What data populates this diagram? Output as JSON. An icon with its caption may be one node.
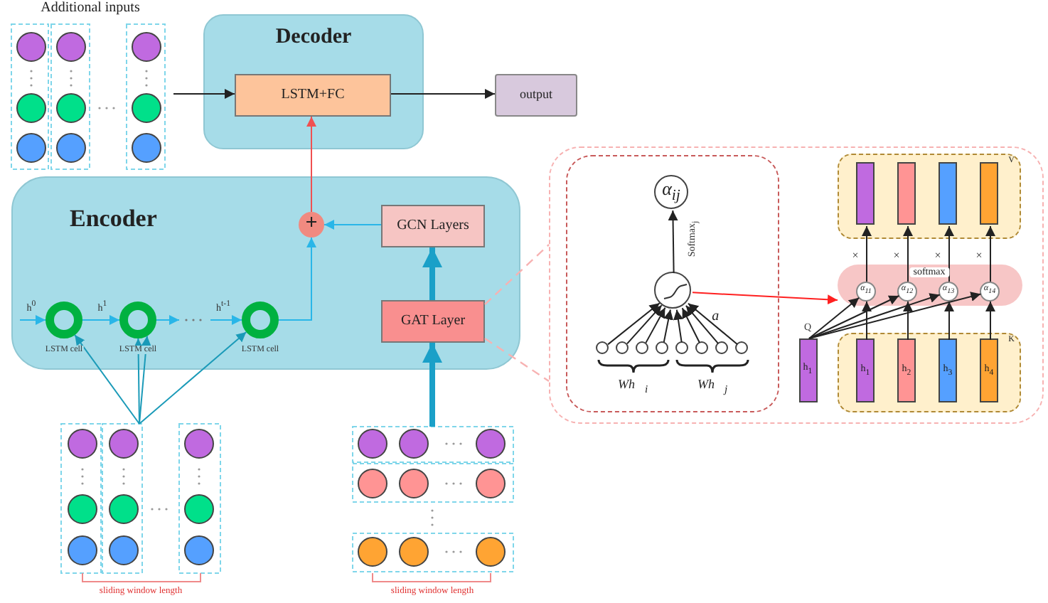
{
  "diagram": {
    "nodes": [
      {
        "text": [
          "Decoder"
        ]
      },
      {
        "text": [
          "LSTM+FC"
        ],
        "in": 0
      },
      {
        "text": [
          "output"
        ]
      },
      {
        "text": [
          "Additional inputs"
        ]
      },
      {
        "text": [
          "Encoder"
        ]
      },
      {
        "text": [
          "+"
        ],
        "in": 4
      },
      {
        "text": [
          "GCN Layers"
        ],
        "in": 4
      },
      {
        "text": [
          "GAT Layer"
        ],
        "in": 4
      },
      {
        "text": [],
        "shape": "circle",
        "in": 4,
        "beside": [
          "LSTM cell"
        ]
      },
      {
        "text": [],
        "shape": "circle",
        "in": 4,
        "beside": [
          "LSTM cell"
        ]
      },
      {
        "text": [],
        "shape": "circle",
        "in": 4,
        "beside": [
          "LSTM cell"
        ]
      },
      {
        "text": [],
        "shape": "box",
        "beside": [
          "sliding window length"
        ]
      },
      {
        "text": [],
        "shape": "box",
        "beside": [
          "sliding window length"
        ]
      },
      {
        "text": [],
        "shape": "box"
      },
      {
        "text": [],
        "shape": "box",
        "in": 13
      },
      {
        "text": [
          "α$_{ij}$"
        ],
        "in": 14
      },
      {
        "text": [],
        "shape": "circle",
        "in": 14
      },
      {
        "text": [],
        "shape": "circle",
        "in": 14
      },
      {
        "text": [],
        "shape": "circle",
        "in": 14
      },
      {
        "text": [],
        "shape": "circle",
        "in": 14
      },
      {
        "text": [],
        "shape": "circle",
        "in": 14
      },
      {
        "text": [],
        "shape": "circle",
        "in": 14
      },
      {
        "text": [],
        "shape": "circle",
        "in": 14
      },
      {
        "text": [],
        "shape": "circle",
        "in": 14
      },
      {
        "text": [],
        "shape": "circle",
        "in": 14
      },
      {
        "text": [
          "V"
        ],
        "in": 13
      },
      {
        "text": [],
        "shape": "bar",
        "in": 25
      },
      {
        "text": [],
        "shape": "bar",
        "in": 25
      },
      {
        "text": [],
        "shape": "bar",
        "in": 25
      },
      {
        "text": [],
        "shape": "bar",
        "in": 25
      },
      {
        "text": [
          "softmax"
        ],
        "in": 13
      },
      {
        "text": [
          "α$_{11}$"
        ],
        "in": 30
      },
      {
        "text": [
          "α$_{12}$"
        ],
        "in": 30
      },
      {
        "text": [
          "α$_{13}$"
        ],
        "in": 30
      },
      {
        "text": [
          "α$_{14}$"
        ],
        "in": 30
      },
      {
        "text": [
          "h$_{1}$"
        ],
        "in": 13,
        "beside": [
          "Q"
        ]
      },
      {
        "text": [
          "K"
        ],
        "in": 13
      },
      {
        "text": [
          "h$_{1}$"
        ],
        "in": 36
      },
      {
        "text": [
          "h$_{2}$"
        ],
        "in": 36
      },
      {
        "text": [
          "h$_{3}$"
        ],
        "in": 36
      },
      {
        "text": [
          "h$_{4}$"
        ],
        "in": 36
      }
    ],
    "edges": [
      {
        "from": 3,
        "to": 1,
        "arrow": "to"
      },
      {
        "from": 1,
        "to": 2,
        "arrow": "to"
      },
      {
        "from": 5,
        "to": 1,
        "arrow": "to",
        "color": "#f05050"
      },
      {
        "from": 6,
        "to": 5,
        "arrow": "to",
        "color": "#29b6e8"
      },
      {
        "from": 10,
        "to": 5,
        "arrow": "to",
        "color": "#29b6e8"
      },
      {
        "from": 7,
        "to": 6,
        "arrow": "to",
        "style": "thick",
        "color": "#1aa0c8"
      },
      {
        "from": 12,
        "to": 7,
        "arrow": "to",
        "style": "thick",
        "color": "#1aa0c8"
      },
      {
        "from": null,
        "to": 8,
        "arrow": "to",
        "label": "h$^{0}$",
        "color": "#29b6e8"
      },
      {
        "from": 8,
        "to": 9,
        "arrow": "to",
        "label": "h$^{1}$",
        "color": "#29b6e8"
      },
      {
        "from": 9,
        "to": null,
        "arrow": "to",
        "color": "#29b6e8"
      },
      {
        "from": null,
        "to": 10,
        "arrow": "to",
        "label": "h$^{t-1}$",
        "color": "#29b6e8"
      },
      {
        "from": 11,
        "to": 8,
        "arrow": "to",
        "color": "#1a9ab8"
      },
      {
        "from": 11,
        "to": 9,
        "arrow": "to",
        "color": "#1a9ab8"
      },
      {
        "from": 11,
        "to": 9,
        "arrow": "to",
        "color": "#1a9ab8"
      },
      {
        "from": 11,
        "to": 10,
        "arrow": "to",
        "color": "#1a9ab8"
      },
      {
        "from": 7,
        "to": 13,
        "arrow": "none",
        "style": "dashed",
        "color": "#f7b2b2"
      },
      {
        "from": 7,
        "to": 13,
        "arrow": "none",
        "style": "dashed",
        "color": "#f7b2b2"
      },
      {
        "from": 16,
        "to": 15,
        "arrow": "to",
        "label": "Softmax$_{j}$"
      },
      {
        "from": 17,
        "to": 16,
        "arrow": "to"
      },
      {
        "from": 18,
        "to": 16,
        "arrow": "to"
      },
      {
        "from": 19,
        "to": 16,
        "arrow": "to"
      },
      {
        "from": 20,
        "to": 16,
        "arrow": "to"
      },
      {
        "from": 21,
        "to": 16,
        "arrow": "to"
      },
      {
        "from": 22,
        "to": 16,
        "arrow": "to"
      },
      {
        "from": 23,
        "to": 16,
        "arrow": "to"
      },
      {
        "from": 24,
        "to": 16,
        "arrow": "to"
      },
      {
        "from": 16,
        "to": 30,
        "arrow": "to",
        "color": "#ff2020"
      },
      {
        "from": 35,
        "to": 31,
        "arrow": "to"
      },
      {
        "from": 35,
        "to": 32,
        "arrow": "to"
      },
      {
        "from": 35,
        "to": 33,
        "arrow": "to"
      },
      {
        "from": 35,
        "to": 34,
        "arrow": "to"
      },
      {
        "from": 37,
        "to": 31,
        "arrow": "to"
      },
      {
        "from": 38,
        "to": 32,
        "arrow": "to"
      },
      {
        "from": 39,
        "to": 33,
        "arrow": "to"
      },
      {
        "from": 40,
        "to": 34,
        "arrow": "to"
      },
      {
        "from": 31,
        "to": 26,
        "arrow": "to",
        "label": "×"
      },
      {
        "from": 32,
        "to": 27,
        "arrow": "to",
        "label": "×"
      },
      {
        "from": 33,
        "to": 28,
        "arrow": "to",
        "label": "×"
      },
      {
        "from": 34,
        "to": 29,
        "arrow": "to",
        "label": "×"
      }
    ],
    "labels": [
      "a⃗",
      "Wh⃗$_{i}$",
      "Wh⃗$_{j}$"
    ]
  }
}
